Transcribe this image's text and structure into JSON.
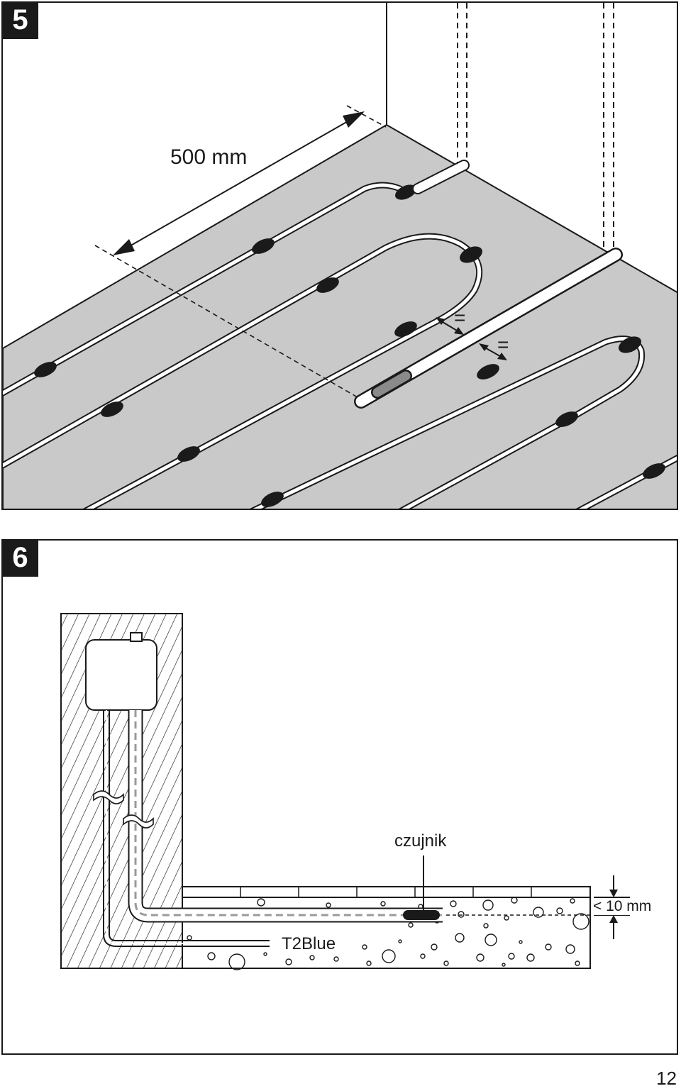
{
  "figure5": {
    "step_number": "5",
    "dimension_label": "500 mm",
    "equal_marks": [
      "=",
      "="
    ]
  },
  "figure6": {
    "step_number": "6",
    "sensor_label": "czujnik",
    "cable_label": "T2Blue",
    "depth_label": "< 10 mm"
  },
  "page_number": "12"
}
